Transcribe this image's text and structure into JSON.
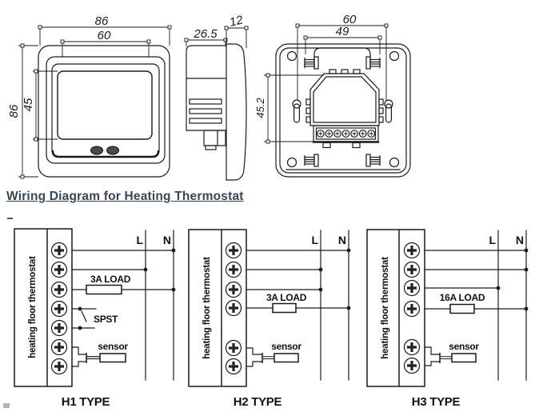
{
  "page": {
    "background": "#ffffff",
    "line_color": "#1a1a1a"
  },
  "heading": {
    "text": "Wiring Diagram for Heating Thermostat",
    "color": "#33475b"
  },
  "drawings": {
    "front_view": {
      "overall_width": "86",
      "display_width": "60",
      "overall_height": "86",
      "display_height": "45"
    },
    "side_view": {
      "body_depth": "26.5",
      "panel_depth": "12"
    },
    "back_view": {
      "mount_hole_spacing": "60",
      "clip_spacing": "49",
      "module_height": "45.2"
    }
  },
  "wiring": {
    "terminal_block_label": "heating floor thermostat",
    "live_label": "L",
    "neutral_label": "N",
    "sensor_label": "sensor",
    "diagrams": [
      {
        "caption": "H1 TYPE",
        "load_label": "3A LOAD",
        "switch_label": "SPST",
        "terminal_count": 7
      },
      {
        "caption": "H2 TYPE",
        "load_label": "3A LOAD",
        "terminal_count": 6
      },
      {
        "caption": "H3 TYPE",
        "load_label": "16A LOAD",
        "terminal_count": 6
      }
    ]
  }
}
